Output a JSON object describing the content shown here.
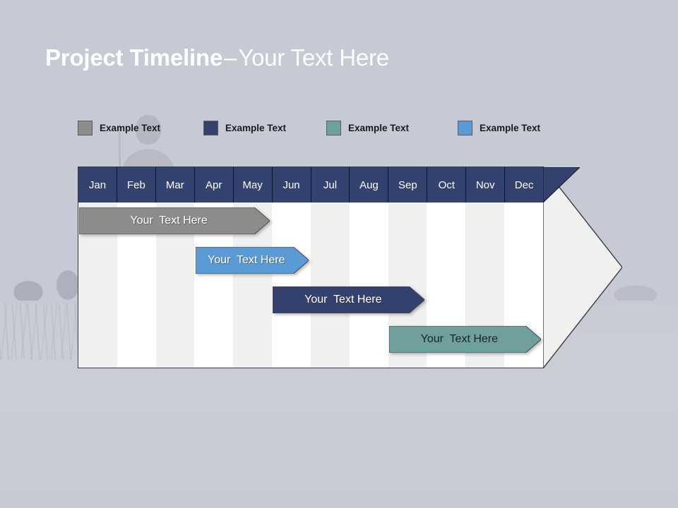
{
  "title": {
    "strong": "Project Timeline",
    "separator": "–",
    "light": "Your Text Here"
  },
  "legend": {
    "items": [
      {
        "label": "Example Text",
        "color": "#8c8c8c",
        "swatch_name": "legend-swatch-gray"
      },
      {
        "label": "Example Text",
        "color": "#34416f",
        "swatch_name": "legend-swatch-navy"
      },
      {
        "label": "Example Text",
        "color": "#6fa09c",
        "swatch_name": "legend-swatch-teal"
      },
      {
        "label": "Example Text",
        "color": "#5b9bd5",
        "swatch_name": "legend-swatch-blue"
      }
    ]
  },
  "chart_data": {
    "type": "bar",
    "title": "Project Timeline – Your Text Here",
    "xlabel": "",
    "ylabel": "",
    "orientation": "horizontal",
    "grid": true,
    "legend_position": "top",
    "categories": [
      "Jan",
      "Feb",
      "Mar",
      "Apr",
      "May",
      "Jun",
      "Jul",
      "Aug",
      "Sep",
      "Oct",
      "Nov",
      "Dec"
    ],
    "months": [
      {
        "label": "Jan",
        "shaded": true
      },
      {
        "label": "Feb",
        "shaded": false
      },
      {
        "label": "Mar",
        "shaded": true
      },
      {
        "label": "Apr",
        "shaded": false
      },
      {
        "label": "May",
        "shaded": true
      },
      {
        "label": "Jun",
        "shaded": false
      },
      {
        "label": "Jul",
        "shaded": true
      },
      {
        "label": "Aug",
        "shaded": false
      },
      {
        "label": "Sep",
        "shaded": true
      },
      {
        "label": "Oct",
        "shaded": false
      },
      {
        "label": "Nov",
        "shaded": true
      },
      {
        "label": "Dec",
        "shaded": false
      }
    ],
    "header_color": "#344270",
    "series": [
      {
        "name": "Your  Text Here",
        "label": "Your  Text Here",
        "color": "#8c8c8c",
        "text_color": "light",
        "start_month": "Jan",
        "end_month": "May",
        "start_index": 0,
        "end_index": 4,
        "row": 1
      },
      {
        "name": "Your  Text Here",
        "label": "Your  Text Here",
        "color": "#5b9bd5",
        "text_color": "light",
        "start_month": "Apr",
        "end_month": "Jun",
        "start_index": 3,
        "end_index": 5,
        "row": 2
      },
      {
        "name": "Your  Text Here",
        "label": "Your  Text Here",
        "color": "#34416f",
        "text_color": "light",
        "start_month": "Jun",
        "end_month": "Sep",
        "start_index": 5,
        "end_index": 8,
        "row": 3
      },
      {
        "name": "Your  Text Here",
        "label": "Your  Text Here",
        "color": "#6fa09c",
        "text_color": "dark",
        "start_month": "Sep",
        "end_month": "Dec",
        "start_index": 8,
        "end_index": 11,
        "row": 4
      }
    ]
  }
}
